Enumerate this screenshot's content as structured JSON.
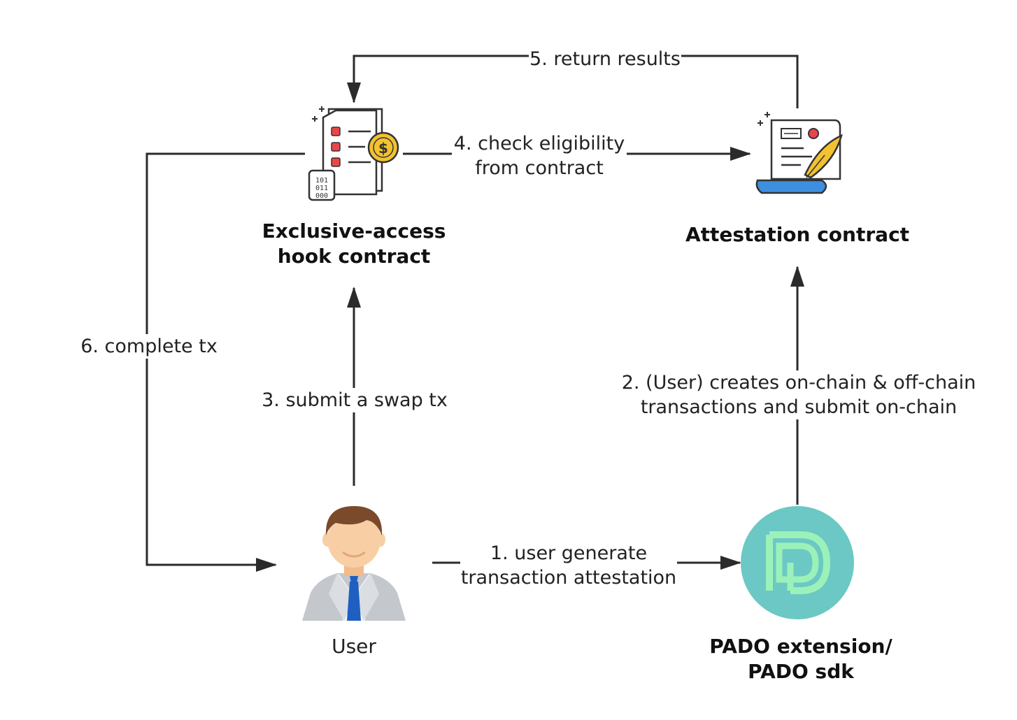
{
  "nodes": {
    "hook": {
      "line1": "Exclusive-access",
      "line2": "hook contract",
      "icon": "document-coin-icon"
    },
    "attestation": {
      "title": "Attestation contract",
      "icon": "contract-quill-icon"
    },
    "user": {
      "title": "User",
      "icon": "user-avatar-icon"
    },
    "pado": {
      "line1": "PADO extension/",
      "line2": "PADO sdk",
      "icon": "pado-logo-icon"
    }
  },
  "steps": {
    "s1": {
      "line1": "1. user generate",
      "line2": "transaction attestation"
    },
    "s2": {
      "line1": "2. (User) creates on-chain & off-chain",
      "line2": "transactions and submit on-chain"
    },
    "s3": {
      "text": "3. submit a swap tx"
    },
    "s4": {
      "line1": "4. check eligibility",
      "line2": "from contract"
    },
    "s5": {
      "text": "5. return results"
    },
    "s6": {
      "text": "6. complete tx"
    }
  },
  "colors": {
    "arrow": "#2b2b2b",
    "pado_bg": "#6cc8c4",
    "pado_mark": "#9bf2b9",
    "coin": "#f2c230",
    "red_box": "#e8474a",
    "scroll_blue": "#3d8fe0",
    "quill": "#f2c230",
    "tie": "#1f5fc2",
    "suit": "#c4c7cc",
    "skin": "#f8cfa5",
    "hair": "#7a4a2a"
  }
}
